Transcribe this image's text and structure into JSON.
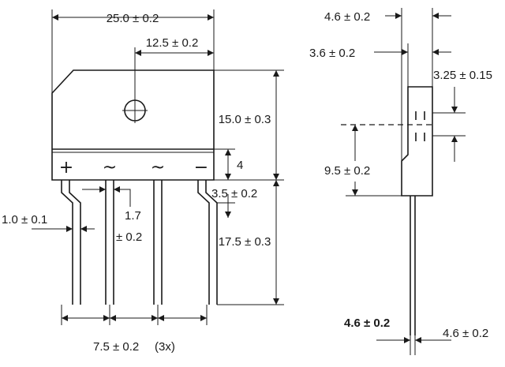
{
  "front_view": {
    "width_overall": "25.0 ± 0.2",
    "hole_offset": "12.5 ± 0.2",
    "body_height": "15.0 ± 0.3",
    "band_height": "4",
    "lead_shoulder": "3.5 ± 0.2",
    "lead_length": "17.5 ± 0.3",
    "lead_width": "1.0 ± 0.1",
    "lead_neck_a": "1.7",
    "lead_neck_b": "± 0.2",
    "lead_pitch": "7.5 ± 0.2",
    "lead_pitch_count": "(3x)",
    "polarity": [
      "+",
      "~",
      "~",
      "−"
    ]
  },
  "side_view": {
    "thickness_overall": "4.6 ± 0.2",
    "thickness_body": "3.6 ± 0.2",
    "step_offset": "3.25 ± 0.15",
    "center_height": "9.5  ± 0.2",
    "lead_thickness": "4.6 ± 0.2",
    "lead_offset": "4.6 ± 0.2"
  }
}
